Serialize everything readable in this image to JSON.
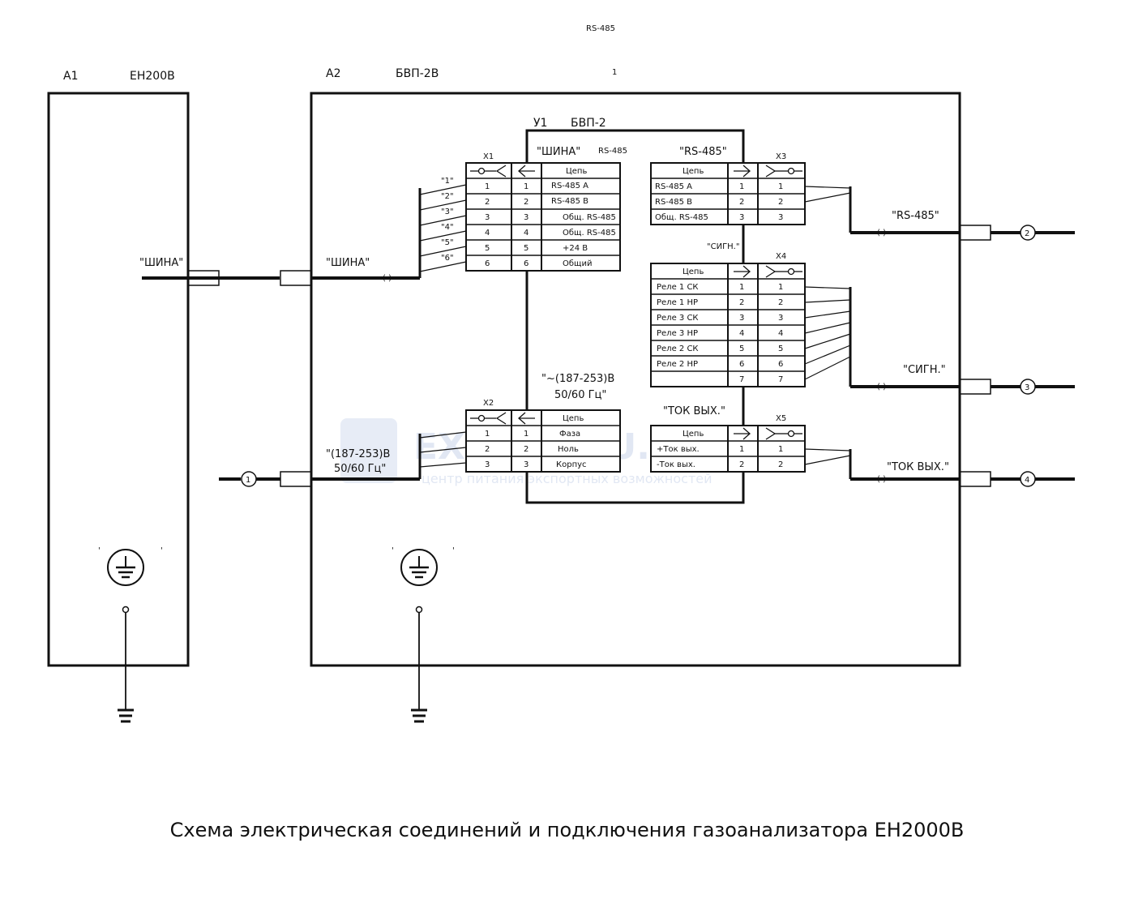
{
  "header": {
    "top_label": "RS-485",
    "page_number": "1"
  },
  "a1": {
    "ref": "A1",
    "name": "EH200B",
    "bus_label": "\"ШИНА\""
  },
  "a2": {
    "ref": "A2",
    "name": "БВП-2В",
    "bus_label": "\"ШИНА\"",
    "power_label_1": "\"(187-253)В",
    "power_label_2": "50/60 Гц\""
  },
  "u1": {
    "ref": "У1",
    "name": "БВП-2",
    "bus_title": "\"ШИНА\"",
    "bus_sub": "RS-485",
    "rs_title": "\"RS-485\"",
    "sig_title": "\"СИГН.\"",
    "power_title_1": "\"~(187-253)В",
    "power_title_2": "50/60 Гц\"",
    "current_title": "\"ТОК ВЫХ.\""
  },
  "x1": {
    "ref": "X1",
    "header": "Цепь",
    "wire_labels": [
      "\"1\"",
      "\"2\"",
      "\"3\"",
      "\"4\"",
      "\"5\"",
      "\"6\""
    ],
    "rows": [
      {
        "a": "1",
        "b": "1",
        "c": "RS-485  А"
      },
      {
        "a": "2",
        "b": "2",
        "c": "RS-485  В"
      },
      {
        "a": "3",
        "b": "3",
        "c": "Общ. RS-485"
      },
      {
        "a": "4",
        "b": "4",
        "c": "Общ. RS-485"
      },
      {
        "a": "5",
        "b": "5",
        "c": "+24 В"
      },
      {
        "a": "6",
        "b": "6",
        "c": "Общий"
      }
    ]
  },
  "x2": {
    "ref": "X2",
    "header": "Цепь",
    "rows": [
      {
        "a": "1",
        "b": "1",
        "c": "Фаза"
      },
      {
        "a": "2",
        "b": "2",
        "c": "Ноль"
      },
      {
        "a": "3",
        "b": "3",
        "c": "Корпус"
      }
    ]
  },
  "x3": {
    "ref": "X3",
    "header": "Цепь",
    "rows": [
      {
        "c": "RS-485 A",
        "b": "1",
        "a": "1"
      },
      {
        "c": "RS-485 B",
        "b": "2",
        "a": "2"
      },
      {
        "c": "Общ. RS-485",
        "b": "3",
        "a": "3"
      }
    ]
  },
  "x4": {
    "ref": "X4",
    "header": "Цепь",
    "rows": [
      {
        "c": "Реле 1 СК",
        "b": "1",
        "a": "1"
      },
      {
        "c": "Реле 1 НР",
        "b": "2",
        "a": "2"
      },
      {
        "c": "Реле 3 СК",
        "b": "3",
        "a": "3"
      },
      {
        "c": "Реле 3 НР",
        "b": "4",
        "a": "4"
      },
      {
        "c": "Реле 2 СК",
        "b": "5",
        "a": "5"
      },
      {
        "c": "Реле 2 НР",
        "b": "6",
        "a": "6"
      },
      {
        "c": "",
        "b": "7",
        "a": "7"
      }
    ]
  },
  "x5": {
    "ref": "X5",
    "header": "Цепь",
    "rows": [
      {
        "c": "+Ток вых.",
        "b": "1",
        "a": "1"
      },
      {
        "c": "-Ток вых.",
        "b": "2",
        "a": "2"
      }
    ]
  },
  "outputs": {
    "rs_label": "\"RS-485\"",
    "sig_label": "\"СИГН.\"",
    "current_label": "\"ТОК ВЫХ.\"",
    "markers": [
      "1",
      "2",
      "3",
      "4"
    ]
  },
  "watermark": {
    "line1": "EXPORT.RU.COM",
    "line2": "центр питания экспортных возможностей"
  },
  "caption": "Схема электрическая соединений и подключения газоанализатора EH2000B"
}
